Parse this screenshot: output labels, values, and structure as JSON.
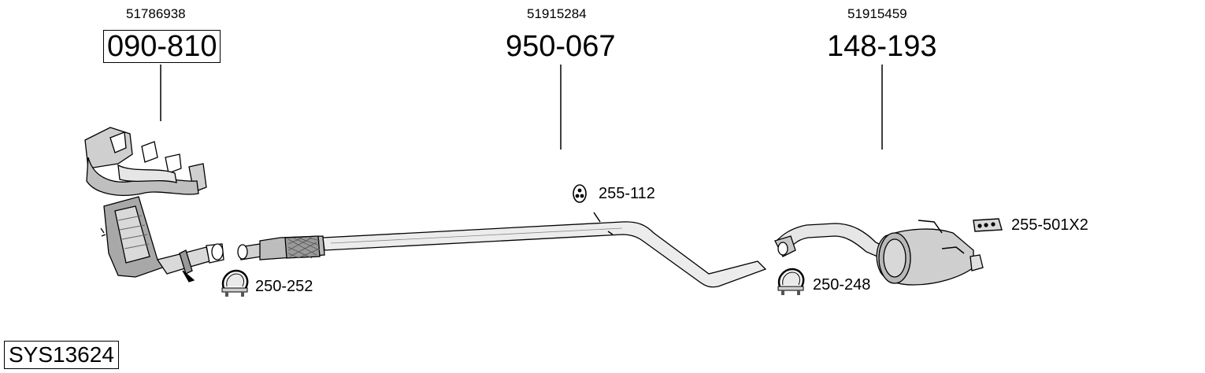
{
  "system_code": "SYS13624",
  "parts": [
    {
      "oe_number": "51786938",
      "part_number": "090-810",
      "name": "manifold-with-catalyst"
    },
    {
      "oe_number": "51915284",
      "part_number": "950-067",
      "name": "middle-pipe"
    },
    {
      "oe_number": "51915459",
      "part_number": "148-193",
      "name": "rear-silencer"
    }
  ],
  "accessories": [
    {
      "code": "255-112",
      "icon": "rubber-ring-hanger-icon"
    },
    {
      "code": "250-252",
      "icon": "clamp-icon"
    },
    {
      "code": "250-248",
      "icon": "clamp-icon"
    },
    {
      "code": "255-501X2",
      "icon": "rubber-strip-hanger-icon"
    }
  ]
}
